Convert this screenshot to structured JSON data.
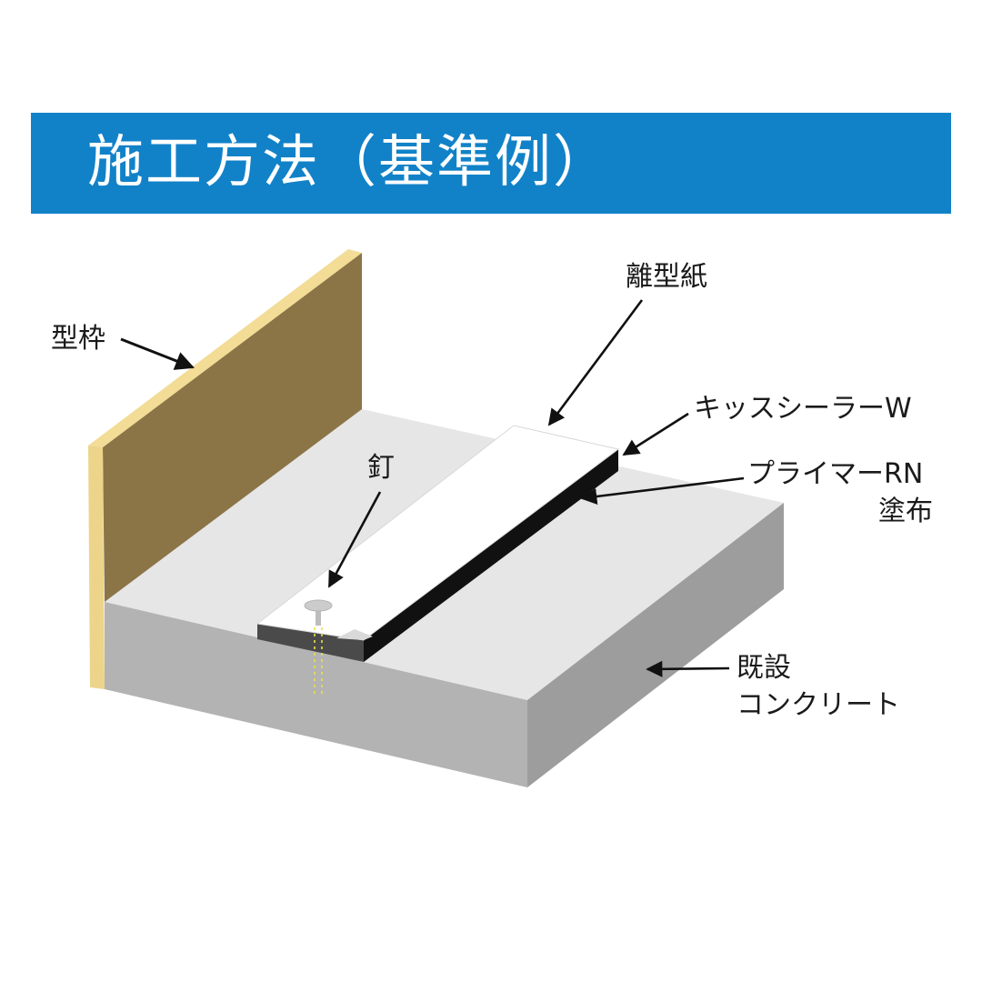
{
  "header": {
    "title": "施工方法（基準例）",
    "background_color": "#1182c8",
    "text_color": "#ffffff"
  },
  "labels": {
    "formwork": "型枠",
    "release_paper": "離型紙",
    "kiss_sealer": "キッスシーラーW",
    "primer_line1": "プライマーRN",
    "primer_line2": "塗布",
    "nail": "釘",
    "concrete_line1": "既設",
    "concrete_line2": "コンクリート"
  },
  "colors": {
    "formwork_face": "#8b7446",
    "formwork_edge": "#f2dc96",
    "slab_top": "#e6e6e6",
    "slab_front": "#b3b3b3",
    "slab_side": "#9d9d9d",
    "release_paper": "#ffffff",
    "sealer": "#111111",
    "sealer_end": "#4a4a4a",
    "nail": "#cccccc",
    "nail_trace": "#e8e04a",
    "arrow": "#111111"
  }
}
